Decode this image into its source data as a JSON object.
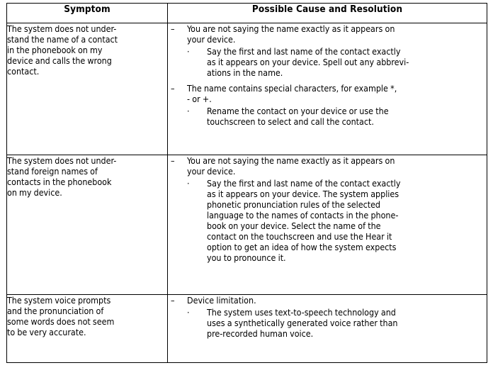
{
  "table": {
    "headers": {
      "symptom": "Symptom",
      "cause": "Possible Cause and Resolution"
    },
    "markers": {
      "level1": "–",
      "level2": "·"
    },
    "rows": [
      {
        "symptom": "The system does not under-\nstand the name of a contact\nin the phonebook on my\ndevice and calls the wrong\ncontact.",
        "causes": [
          {
            "primary": "You are not saying the name exactly as it appears on\nyour device.",
            "resolutions": [
              "Say the first and last name of the contact exactly\nas it appears on your device. Spell out any abbrevi-\nations in the name."
            ]
          },
          {
            "primary": "The name contains special characters, for example *,\n- or +.",
            "resolutions": [
              "Rename the contact on your device or use the\ntouchscreen to select and call the contact."
            ]
          }
        ]
      },
      {
        "symptom": "The system does not under-\nstand foreign names of\ncontacts in the phonebook\non my device.",
        "causes": [
          {
            "primary": "You are not saying the name exactly as it appears on\nyour device.",
            "resolutions": [
              "Say the first and last name of the contact exactly\nas it appears on your device. The system applies\nphonetic pronunciation rules of the selected\nlanguage to the names of contacts in the phone-\nbook on your device. Select the name of the\ncontact on the touchscreen and use the Hear it\noption to get an idea of how the system expects\nyou to pronounce it."
            ]
          }
        ]
      },
      {
        "symptom": "The system voice prompts\nand the pronunciation of\nsome words does not seem\nto be very accurate.",
        "causes": [
          {
            "primary": "Device limitation.",
            "resolutions": [
              "The system uses text-to-speech technology and\nuses a synthetically generated voice rather than\npre-recorded human voice."
            ]
          }
        ]
      }
    ]
  },
  "colors": {
    "border": "#000000",
    "text": "#000000",
    "background": "#ffffff"
  }
}
